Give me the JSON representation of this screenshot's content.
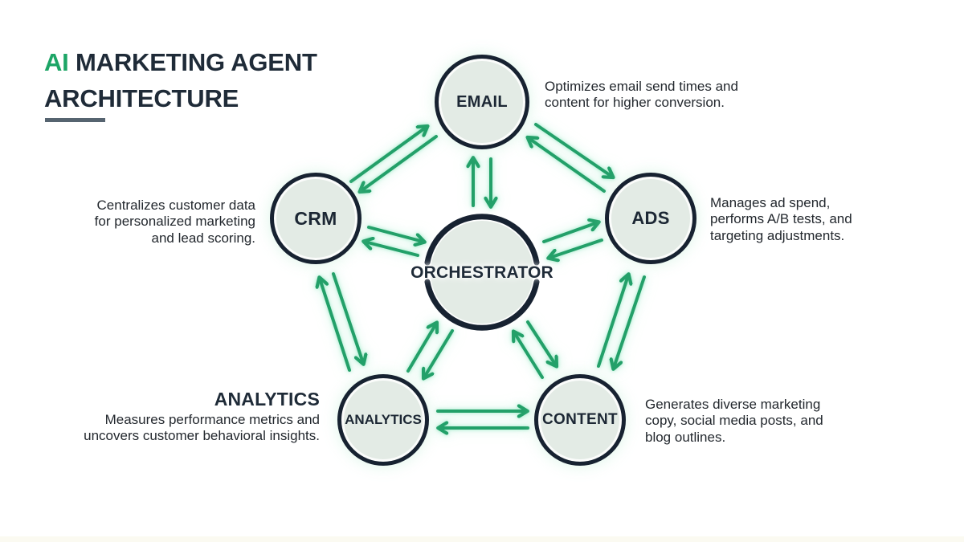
{
  "title": {
    "line1_accent": "AI",
    "line1_rest": " MARKETING AGENT",
    "line2": "ARCHITECTURE"
  },
  "nodes": {
    "email": {
      "label": "EMAIL",
      "description": "Optimizes email send times and content for higher conversion."
    },
    "crm": {
      "label": "CRM",
      "description": "Centralizes customer data for personalized marketing and lead scoring."
    },
    "ads": {
      "label": "ADS",
      "description": "Manages ad spend, performs A/B tests, and targeting adjustments."
    },
    "orchestrator": {
      "label": "ORCHESTRATOR"
    },
    "analytics": {
      "label": "ANALYTICS",
      "heading": "ANALYTICS",
      "description": "Measures performance metrics and uncovers customer behavioral insights."
    },
    "content": {
      "label": "CONTENT",
      "description": "Generates diverse marketing copy, social media posts, and blog outlines."
    }
  },
  "edges": [
    {
      "from": "CRM",
      "to": "EMAIL",
      "bidirectional": true
    },
    {
      "from": "EMAIL",
      "to": "ORCHESTRATOR",
      "bidirectional": true
    },
    {
      "from": "EMAIL",
      "to": "ADS",
      "bidirectional": true
    },
    {
      "from": "CRM",
      "to": "ORCHESTRATOR",
      "bidirectional": true
    },
    {
      "from": "ADS",
      "to": "ORCHESTRATOR",
      "bidirectional": true
    },
    {
      "from": "CRM",
      "to": "ANALYTICS",
      "bidirectional": true
    },
    {
      "from": "ADS",
      "to": "CONTENT",
      "bidirectional": true
    },
    {
      "from": "ANALYTICS",
      "to": "ORCHESTRATOR",
      "bidirectional": true
    },
    {
      "from": "CONTENT",
      "to": "ORCHESTRATOR",
      "bidirectional": true
    },
    {
      "from": "ANALYTICS",
      "to": "CONTENT",
      "bidirectional": true
    }
  ],
  "colors": {
    "accent_green": "#1da566",
    "arrow_green": "#23a069",
    "node_border": "#172231",
    "node_fill": "#e3ebe5",
    "title_navy": "#1f2b38",
    "underline_slate": "#566470",
    "body_text": "#23282e"
  }
}
